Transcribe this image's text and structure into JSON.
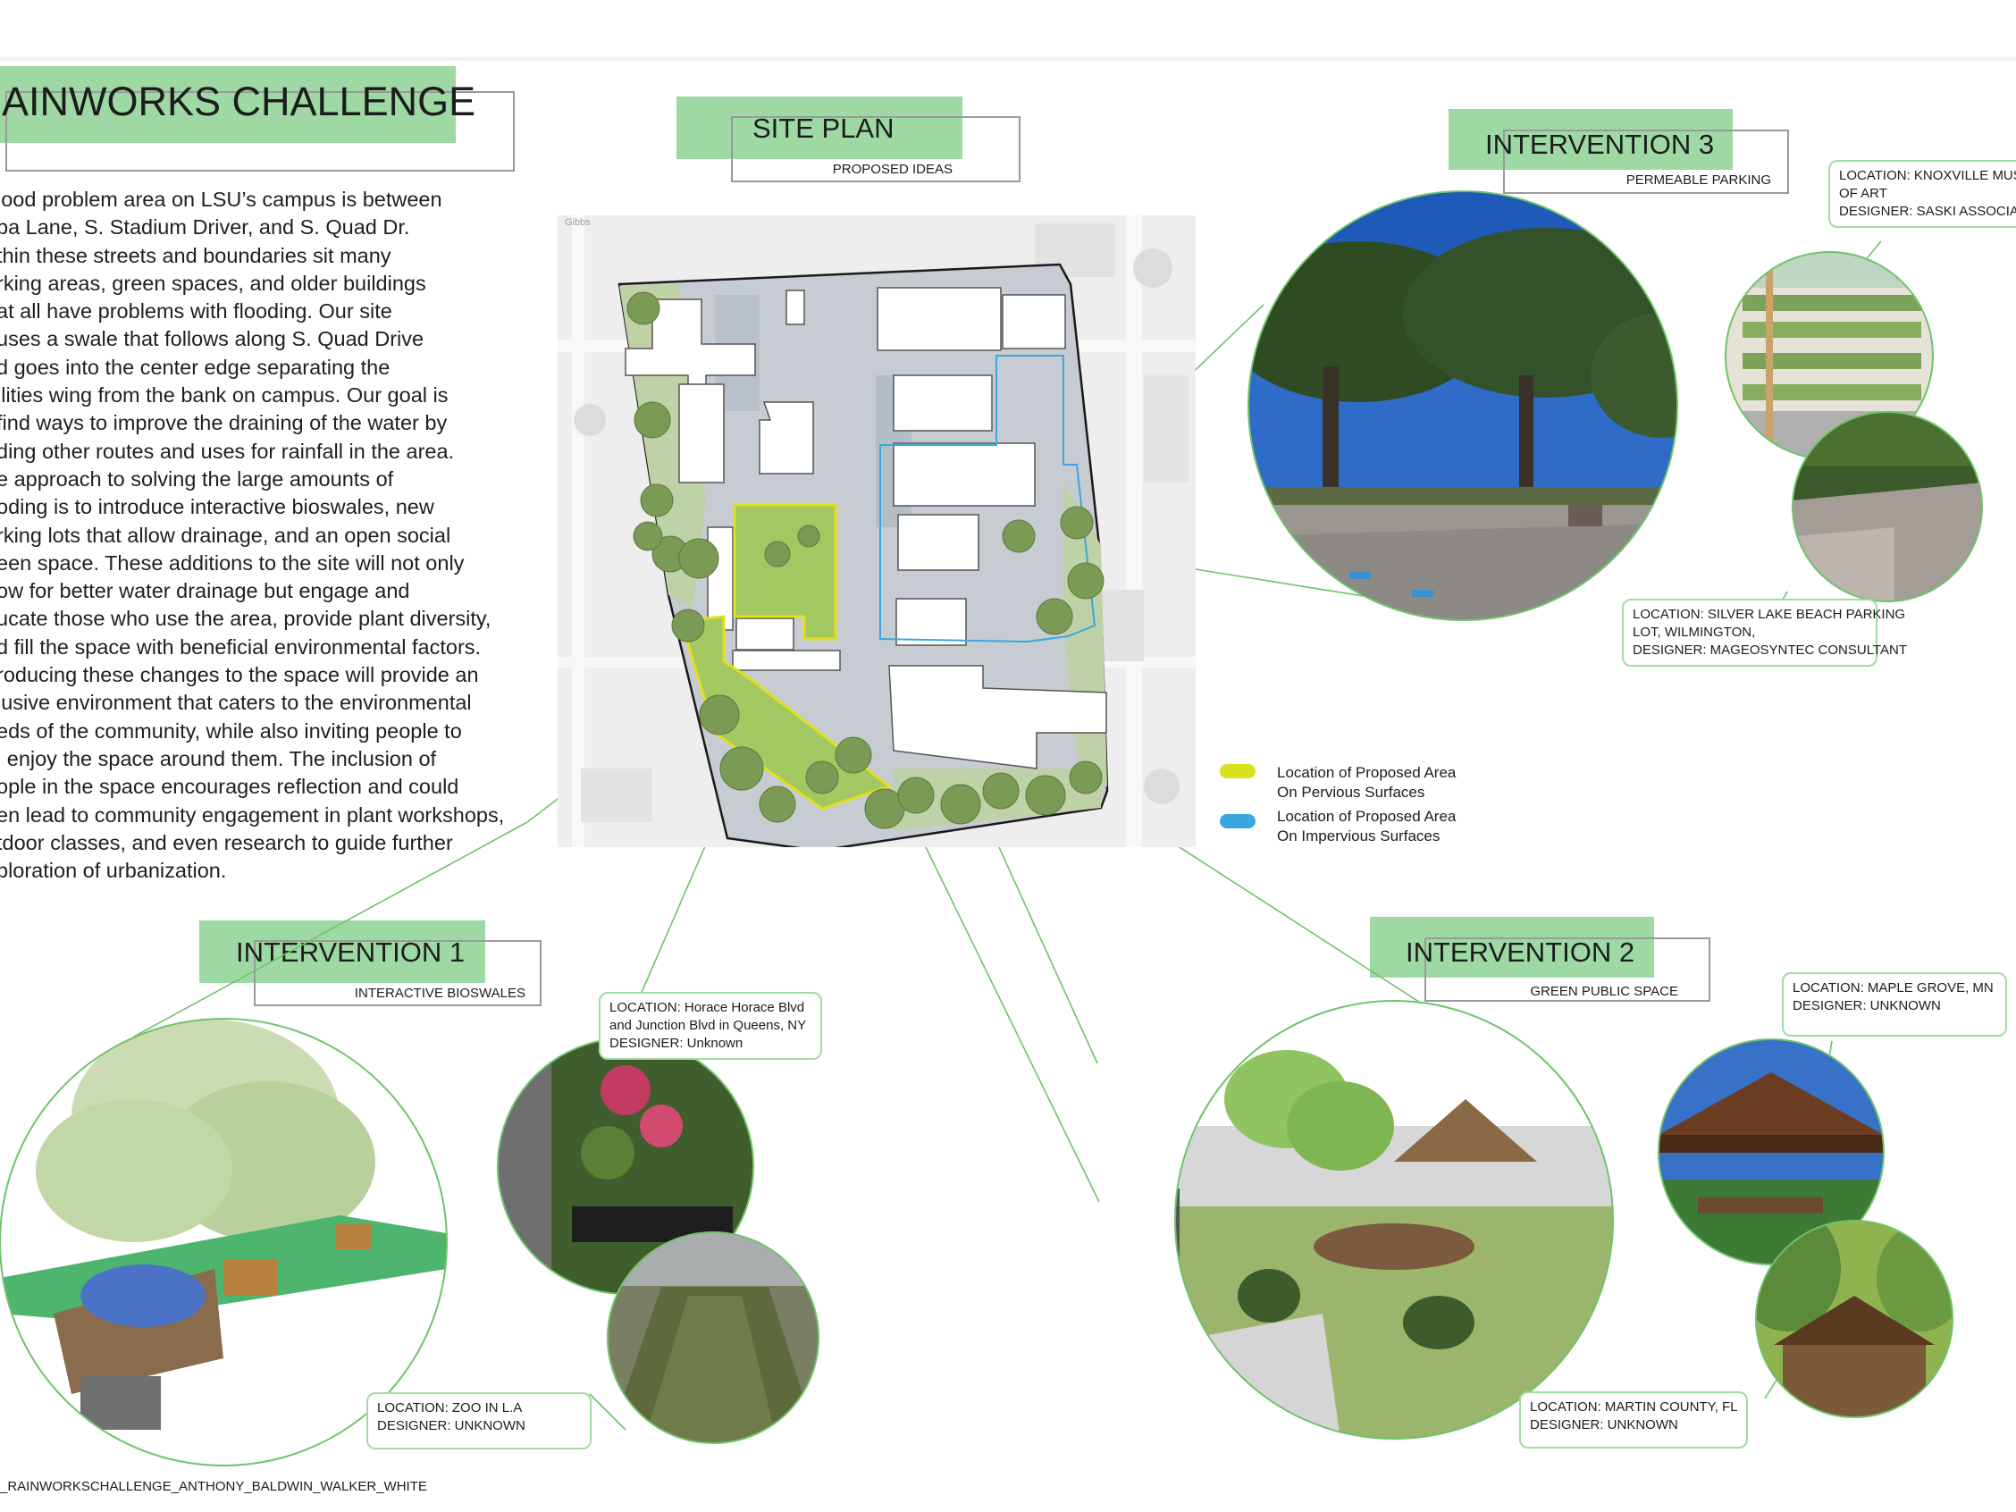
{
  "main_title": "AINWORKS CHALLENGE",
  "body_lines": [
    "lood problem area on LSU’s campus is between",
    "ba Lane, S. Stadium Driver, and S. Quad Dr.",
    "thin these streets and boundaries sit many",
    "rking areas, green spaces, and older buildings",
    "at all have problems with flooding. Our site",
    "uses a swale that follows along S. Quad Drive",
    "d goes into the center edge separating the",
    "ilities wing from the bank on campus. Our goal is",
    "find ways to improve the draining of the water by",
    "ding other routes and uses for rainfall in the area.",
    "e approach to solving the large amounts of",
    "oding is to introduce interactive bioswales, new",
    "rking lots that allow drainage, and an open social",
    "een space. These additions to the site will not only",
    "ow for better water drainage but engage and",
    "ucate those who use the area, provide plant diversity,",
    "d fill the space with beneficial environmental factors.",
    "roducing these changes to the space will provide an",
    "lusive environment that caters to the environmental",
    "eds of the community, while also inviting people to",
    "l enjoy the space around them. The inclusion of",
    "ople in the space encourages reflection and could",
    "en lead to community engagement in plant workshops,",
    "tdoor classes, and even research to guide further",
    "ploration of urbanization."
  ],
  "site_plan": {
    "title": "SITE PLAN",
    "subtitle": "PROPOSED IDEAS",
    "map_corner_text": "Gibbs",
    "legend": [
      {
        "color": "#d8e11b",
        "line1": "Location of Proposed Area",
        "line2": "On Pervious Surfaces"
      },
      {
        "color": "#3aa7e0",
        "line1": "Location of Proposed Area",
        "line2": "On Impervious Surfaces"
      }
    ]
  },
  "interventions": [
    {
      "title": "INTERVENTION 1",
      "subtitle": "INTERACTIVE BIOSWALES",
      "loc_a": [
        "LOCATION: Horace Horace Blvd",
        "and Junction Blvd in Queens, NY",
        "DESIGNER: Unknown"
      ],
      "loc_b": [
        "LOCATION: ZOO IN L.A",
        "DESIGNER: UNKNOWN"
      ]
    },
    {
      "title": "INTERVENTION 2",
      "subtitle": "GREEN PUBLIC SPACE",
      "loc_a": [
        "LOCATION: MAPLE GROVE, MN",
        "DESIGNER: UNKNOWN"
      ],
      "loc_b": [
        "LOCATION: MARTIN COUNTY, FL",
        "DESIGNER: UNKNOWN"
      ]
    },
    {
      "title": "INTERVENTION 3",
      "subtitle": "PERMEABLE PARKING",
      "loc_a": [
        "LOCATION: KNOXVILLE MUSEUM",
        "OF ART",
        "DESIGNER: SASKI ASSOCIATES"
      ],
      "loc_b": [
        "LOCATION: SILVER LAKE BEACH PARKING",
        "LOT, WILMINGTON,",
        "DESIGNER: MAGEOSYNTEC CONSULTANT"
      ]
    }
  ],
  "footer": "_RAINWORKSCHALLENGE_ANTHONY_BALDWIN_WALKER_WHITE",
  "colors": {
    "accent_green": "#9ed9a3",
    "connector_green": "#6fc36a",
    "pervious": "#d8e11b",
    "impervious": "#3aa7e0"
  }
}
